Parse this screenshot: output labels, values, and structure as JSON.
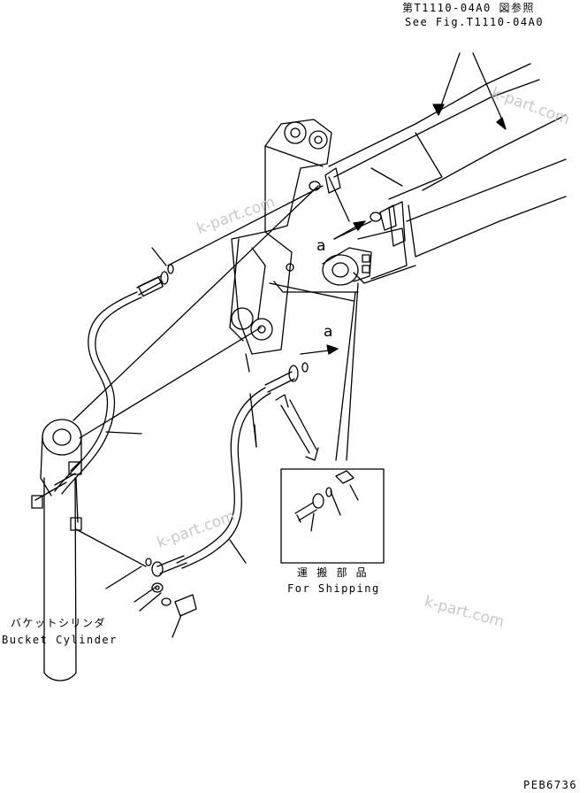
{
  "diagram": {
    "see_fig_jp": "第T1110-04A0 図参照",
    "see_fig_en": "See Fig.T1110-04A0",
    "view_label_upper": "a",
    "view_label_lower": "a",
    "shipping_jp": "運 搬 部 品",
    "shipping_en": "For Shipping",
    "bucket_cylinder_jp": "バケットシリンダ",
    "bucket_cylinder_en": "Bucket Cylinder",
    "drawing_code": "PEB6736",
    "watermark": "k-part.com"
  }
}
